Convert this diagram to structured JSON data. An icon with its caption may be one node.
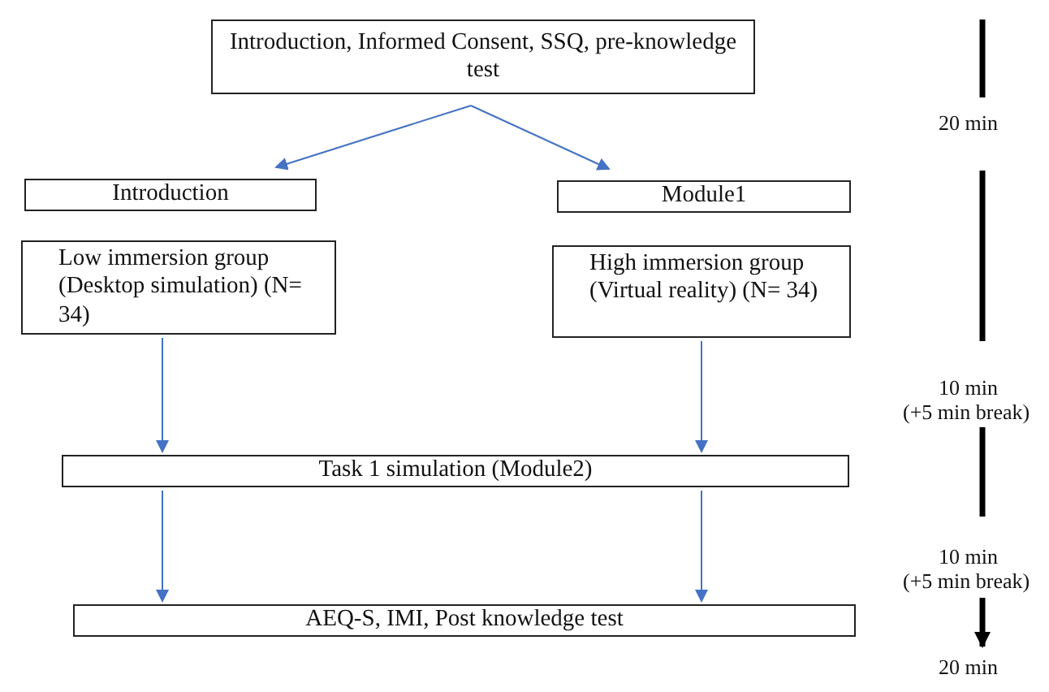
{
  "diagram": {
    "nodes": [
      {
        "text": [
          "Introduction, Informed Consent, SSQ, pre-knowledge test"
        ]
      },
      {
        "text": [
          "Introduction"
        ]
      },
      {
        "text": [
          "Module1"
        ]
      },
      {
        "text": [
          "Low immersion group (Desktop simulation) (N= 34)"
        ]
      },
      {
        "text": [
          "High immersion group (Virtual reality) (N= 34)"
        ]
      },
      {
        "text": [
          "Task 1 simulation (Module2)"
        ]
      },
      {
        "text": [
          "AEQ-S, IMI, Post knowledge test"
        ]
      }
    ],
    "edges": [
      {
        "from": 0,
        "to": 1,
        "arrow": "to"
      },
      {
        "from": 0,
        "to": 2,
        "arrow": "to"
      },
      {
        "from": 3,
        "to": 5,
        "arrow": "to"
      },
      {
        "from": 4,
        "to": 5,
        "arrow": "to"
      },
      {
        "from": 5,
        "to": 6,
        "arrow": "to"
      },
      {
        "from": 5,
        "to": 6,
        "arrow": "to"
      }
    ],
    "labels": [
      "20 min",
      "10 min",
      "(+5 min break)",
      "10 min",
      "(+5 min break)",
      "20 min"
    ]
  }
}
